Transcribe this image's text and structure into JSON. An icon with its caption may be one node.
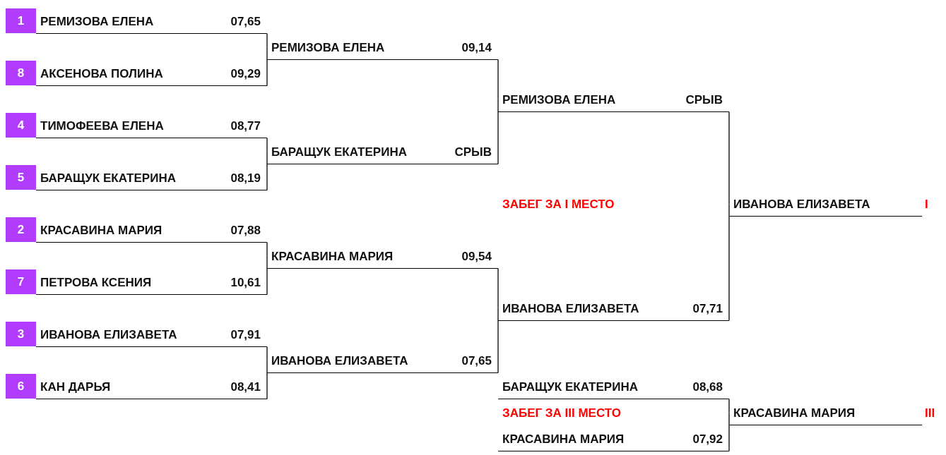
{
  "diagram": {
    "nodes": [
      {
        "text": [
          "1"
        ]
      },
      {
        "text": [
          "РЕМИЗОВА ЕЛЕНА",
          "07,65"
        ]
      },
      {
        "text": [
          "РЕМИЗОВА ЕЛЕНА",
          "09,14"
        ]
      },
      {
        "text": [
          "8"
        ]
      },
      {
        "text": [
          "АКСЕНОВА ПОЛИНА",
          "09,29"
        ]
      },
      {
        "text": [
          "РЕМИЗОВА ЕЛЕНА",
          "СРЫВ"
        ]
      },
      {
        "text": [
          "4"
        ]
      },
      {
        "text": [
          "ТИМОФЕЕВА ЕЛЕНА",
          "08,77"
        ]
      },
      {
        "text": [
          "БАРАЩУК ЕКАТЕРИНА",
          "СРЫВ"
        ]
      },
      {
        "text": [
          "5"
        ]
      },
      {
        "text": [
          "БАРАЩУК ЕКАТЕРИНА",
          "08,19"
        ]
      },
      {
        "text": [
          "ИВАНОВА ЕЛИЗАВЕТА"
        ],
        "beside": [
          "I"
        ]
      },
      {
        "text": [
          "2"
        ]
      },
      {
        "text": [
          "КРАСАВИНА МАРИЯ",
          "07,88"
        ]
      },
      {
        "text": [
          "КРАСАВИНА МАРИЯ",
          "09,54"
        ]
      },
      {
        "text": [
          "7"
        ]
      },
      {
        "text": [
          "ПЕТРОВА КСЕНИЯ",
          "10,61"
        ]
      },
      {
        "text": [
          "ИВАНОВА ЕЛИЗАВЕТА",
          "07,71"
        ]
      },
      {
        "text": [
          "3"
        ]
      },
      {
        "text": [
          "ИВАНОВА ЕЛИЗАВЕТА",
          "07,91"
        ]
      },
      {
        "text": [
          "ИВАНОВА ЕЛИЗАВЕТА",
          "07,65"
        ]
      },
      {
        "text": [
          "6"
        ]
      },
      {
        "text": [
          "КАН ДАРЬЯ",
          "08,41"
        ]
      },
      {
        "text": [
          "БАРАЩУК ЕКАТЕРИНА",
          "08,68"
        ]
      },
      {
        "text": [
          "КРАСАВИНА МАРИЯ"
        ],
        "beside": [
          "III"
        ]
      },
      {
        "text": [
          "КРАСАВИНА МАРИЯ",
          "07,92"
        ]
      }
    ],
    "edges": [
      {
        "from": 1,
        "to": 2,
        "arrow": "none"
      },
      {
        "from": 4,
        "to": 2,
        "arrow": "none"
      },
      {
        "from": 7,
        "to": 8,
        "arrow": "none"
      },
      {
        "from": 10,
        "to": 8,
        "arrow": "none"
      },
      {
        "from": 13,
        "to": 14,
        "arrow": "none"
      },
      {
        "from": 16,
        "to": 14,
        "arrow": "none"
      },
      {
        "from": 19,
        "to": 20,
        "arrow": "none"
      },
      {
        "from": 22,
        "to": 20,
        "arrow": "none"
      },
      {
        "from": 2,
        "to": 5,
        "arrow": "none"
      },
      {
        "from": 8,
        "to": 5,
        "arrow": "none"
      },
      {
        "from": 14,
        "to": 17,
        "arrow": "none"
      },
      {
        "from": 20,
        "to": 17,
        "arrow": "none"
      },
      {
        "from": 5,
        "to": 11,
        "arrow": "none"
      },
      {
        "from": 17,
        "to": 11,
        "arrow": "none"
      },
      {
        "from": 23,
        "to": 24,
        "arrow": "none"
      },
      {
        "from": 25,
        "to": 24,
        "arrow": "none"
      }
    ],
    "labels": [
      "ЗАБЕГ ЗА I МЕСТО",
      "ЗАБЕГ ЗА III МЕСТО"
    ]
  }
}
